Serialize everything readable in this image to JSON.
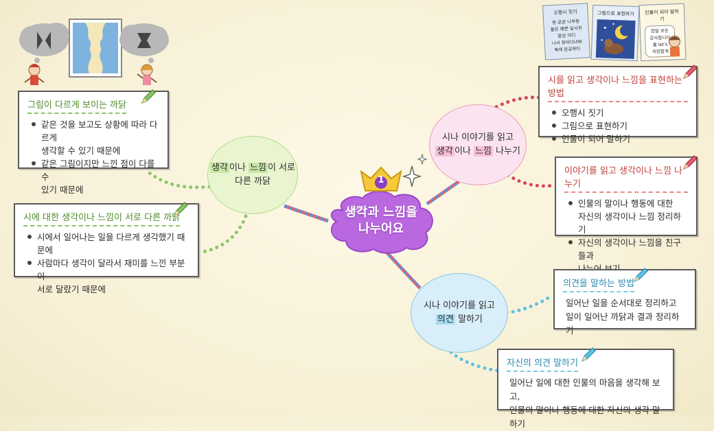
{
  "center": {
    "badge": "1",
    "title": "생각과 느낌을\n나누어요",
    "color": "#b968e0",
    "badge_color": "#f5c93a"
  },
  "topics": {
    "feelings_differ": {
      "text_pre": "생각",
      "text_mid1": "이나 ",
      "text_hl": "느낌",
      "text_post": "이 서로\n다른 까닭",
      "color": "#e8f5cf"
    },
    "share_feelings": {
      "line1": "시나 이야기를 읽고",
      "hl1": "생각",
      "mid": "이나 ",
      "hl2": "느낌",
      "post": " 나누기",
      "color": "#fbe4ef"
    },
    "express_opinion": {
      "line1": "시나 이야기를 읽고",
      "hl": "의견",
      "post": " 말하기",
      "color": "#d8eef8"
    }
  },
  "boxes": {
    "picture_diff": {
      "title": "그림이 다르게 보이는 까닭",
      "items": [
        "같은 것을 보고도 상황에 따라 다르게\n생각할 수 있기 때문에",
        "같은 그림이지만 느낀 점이 다를 수\n있기 때문에"
      ]
    },
    "poem_diff": {
      "title": "시에 대한 생각이나 느낌이 서로 다른 까닭",
      "items": [
        "시에서 일어나는 일을 다르게 생각했기 때문에",
        "사람마다 생각이 달라서 재미를 느낀 부분이\n서로 달랐기 때문에"
      ]
    },
    "poem_express": {
      "title": "시를 읽고 생각이나 느낌을 표현하는 방법",
      "items": [
        "오행시 짓기",
        "그림으로 표현하기",
        "인물이 되어 말하기"
      ]
    },
    "story_share": {
      "title": "이야기를 읽고 생각이나 느낌 나누기",
      "items": [
        "인물의 말이나 행동에 대한\n자신의 생각이나 느낌 정리하기",
        "자신의 생각이나 느낌을 친구들과\n나누어 보기"
      ]
    },
    "opinion_method": {
      "title": "의견을 말하는 방법",
      "lines": [
        "일어난 일을 순서대로 정리하고",
        "일이 일어난 까닭과 결과 정리하기"
      ]
    },
    "my_opinion": {
      "title": "자신의 의견 말하기",
      "lines": [
        "일어난 일에 대한 인물의 마음을 생각해 보고,",
        "인물의 말이나 행동에 대한 자신의 생각 말하기"
      ]
    }
  },
  "notes": {
    "n1": {
      "title": "오행시 짓기",
      "lines": [
        "동 곧곧 나무등",
        "물든 예쁜 잎사귀",
        "함성 어디",
        "나서 찾아다녀봐",
        "축제 분공하다"
      ]
    },
    "n2": {
      "title": "그림으로 표현하기"
    },
    "n3": {
      "title": "인물이 되어 말하기",
      "lines": [
        "정말 모든",
        "감사합니다",
        "를 let's",
        "저장할게"
      ]
    }
  },
  "colors": {
    "green": "#8cc46a",
    "red": "#d9435a",
    "blue": "#5ec2e2",
    "stripe_blue": "#5b8fd6",
    "stripe_red": "#e0606e"
  }
}
